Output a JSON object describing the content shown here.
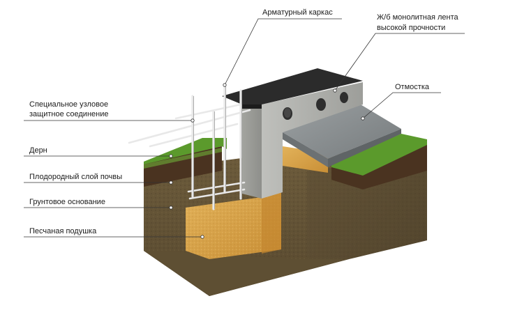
{
  "labels": {
    "rebar_cage": "Арматурный каркас",
    "monolithic_strip_line1": "Ж/б монолитная лента",
    "monolithic_strip_line2": "высокой прочности",
    "blind_area": "Отмостка",
    "special_joint_line1": "Специальное узловое",
    "special_joint_line2": "защитное соединение",
    "turf": "Дерн",
    "fertile_soil": "Плодородный слой почвы",
    "ground_base": "Грунтовое основание",
    "sand_cushion": "Песчаная подушка"
  },
  "colors": {
    "grass": "#5b9a2c",
    "fertile_soil": "#4a3320",
    "ground": "#6b5a3b",
    "ground_dark": "#4f422b",
    "sand": "#d6a24a",
    "concrete": "#a9aaa6",
    "concrete_top": "#2b2b2b",
    "blind_area": "#8d9294",
    "rebar": "#e6e6e6"
  }
}
